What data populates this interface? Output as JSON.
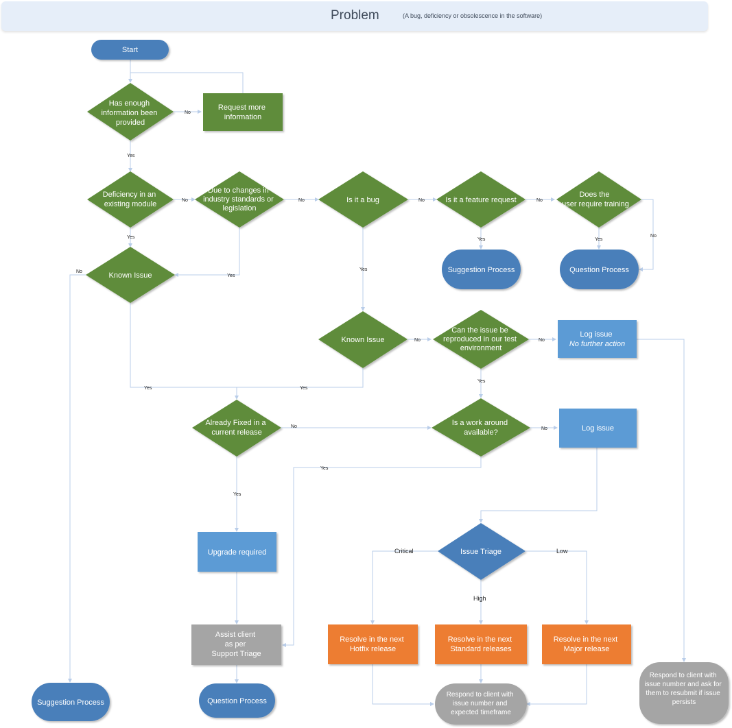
{
  "header": {
    "title": "Problem",
    "subtitle": "(A bug, deficiency or obsolescence in the software)"
  },
  "nodes": {
    "start": "Start",
    "enough_info": [
      "Has enough",
      "information been",
      "provided"
    ],
    "request_info": [
      "Request more",
      "information"
    ],
    "deficiency": [
      "Deficiency in an",
      "existing module"
    ],
    "industry": [
      "Due to changes in",
      "industry standards or",
      "legislation"
    ],
    "is_bug": "Is it a bug",
    "feature_request": "Is it a feature request",
    "training": [
      "Does the",
      "user require training"
    ],
    "suggestion_top": "Suggestion Process",
    "question_top": "Question Process",
    "known_issue_left": "Known Issue",
    "known_issue_mid": "Known Issue",
    "reproduce": [
      "Can the issue be",
      "reproduced in our test",
      "environment"
    ],
    "log_issue_top": [
      "Log issue",
      "No further action"
    ],
    "already_fixed": [
      "Already Fixed in a",
      "current release"
    ],
    "workaround": [
      "Is a work around",
      "available?"
    ],
    "log_issue_mid": "Log issue",
    "upgrade": "Upgrade required",
    "triage": "Issue Triage",
    "assist": [
      "Assist client",
      "as per",
      "Support Triage"
    ],
    "hotfix": [
      "Resolve in the next",
      "Hotfix release"
    ],
    "standard": [
      "Resolve in the next",
      "Standard releases"
    ],
    "major": [
      "Resolve in the next",
      "Major release"
    ],
    "suggestion_bottom": "Suggestion Process",
    "question_bottom": "Question Process",
    "respond_timeframe": [
      "Respond to client with",
      "issue number and",
      "expected timeframe"
    ],
    "respond_resubmit": [
      "Respond to client with",
      "issue number and ask for",
      "them to resubmit if issue",
      "persists"
    ]
  },
  "edge_labels": {
    "yes": "Yes",
    "no": "No",
    "critical": "Critical",
    "high": "High",
    "low": "Low"
  },
  "colors": {
    "green": "#5e8c3a",
    "blue_process": "#5b9bd5",
    "blue_terminal": "#4a7fba",
    "gray": "#a5a5a5",
    "orange": "#ed7d31",
    "connector": "#b9cde9"
  }
}
